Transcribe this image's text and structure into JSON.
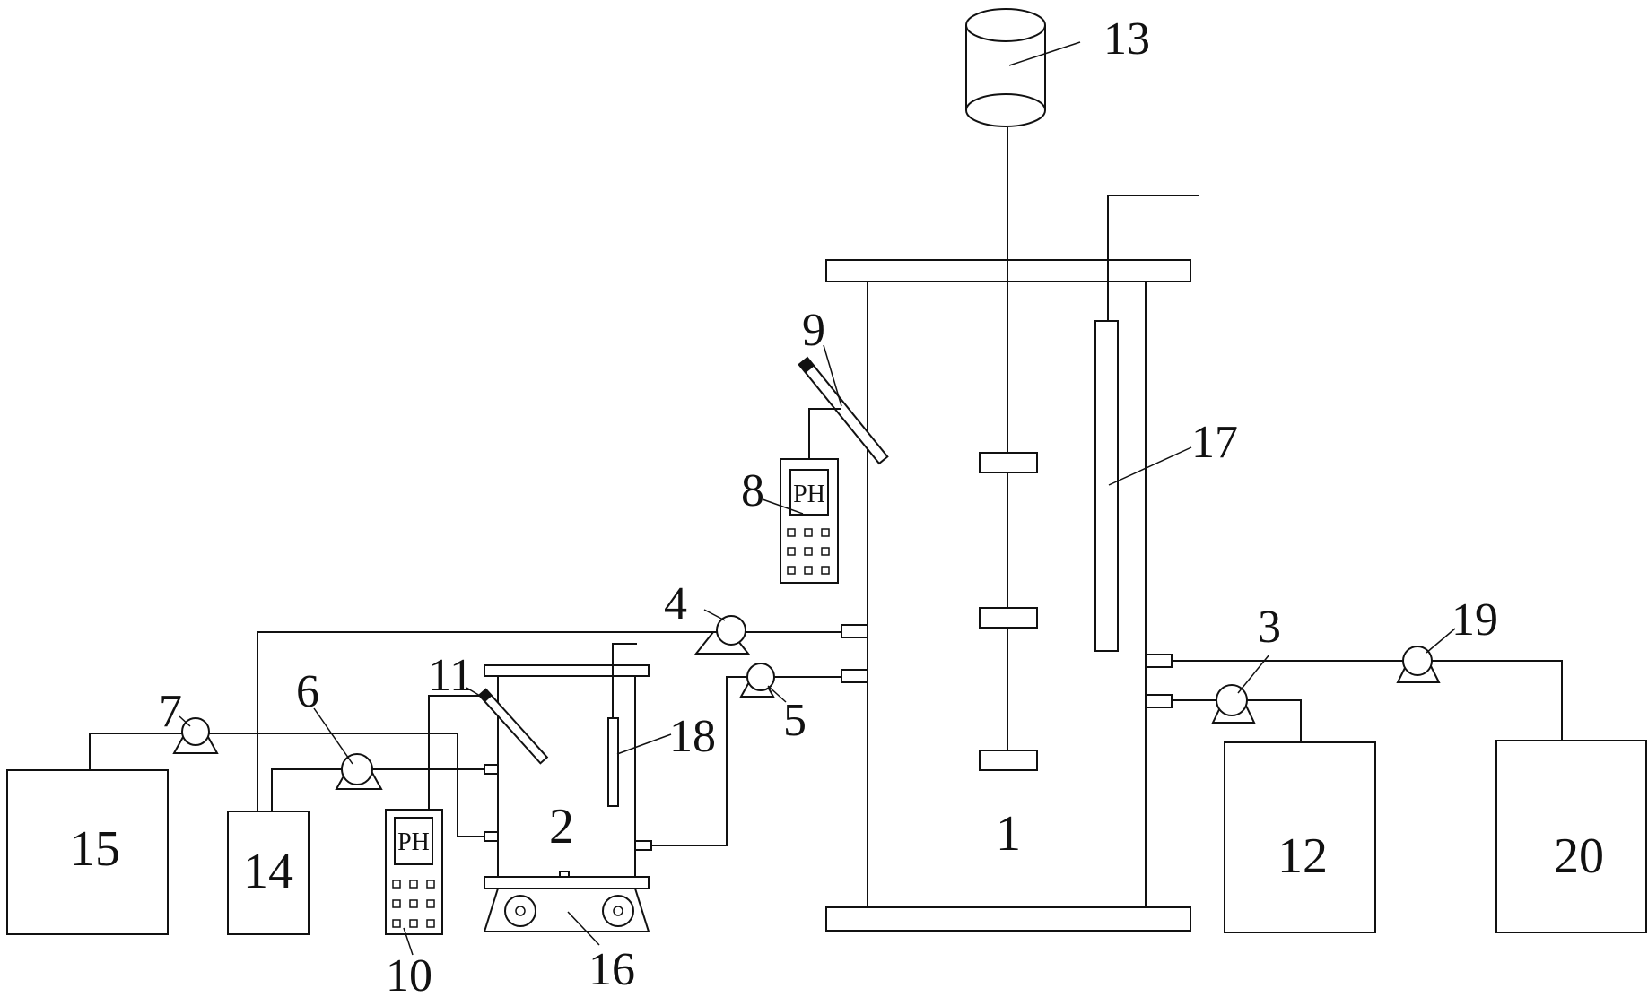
{
  "labels": {
    "l1": "1",
    "l2": "2",
    "l3": "3",
    "l4": "4",
    "l5": "5",
    "l6": "6",
    "l7": "7",
    "l8": "8",
    "l9": "9",
    "l10": "10",
    "l11": "11",
    "l12": "12",
    "l13": "13",
    "l14": "14",
    "l15": "15",
    "l16": "16",
    "l17": "17",
    "l18": "18",
    "l19": "19",
    "l20": "20"
  },
  "meters": {
    "meter8_display": "PH",
    "meter10_display": "PH"
  }
}
